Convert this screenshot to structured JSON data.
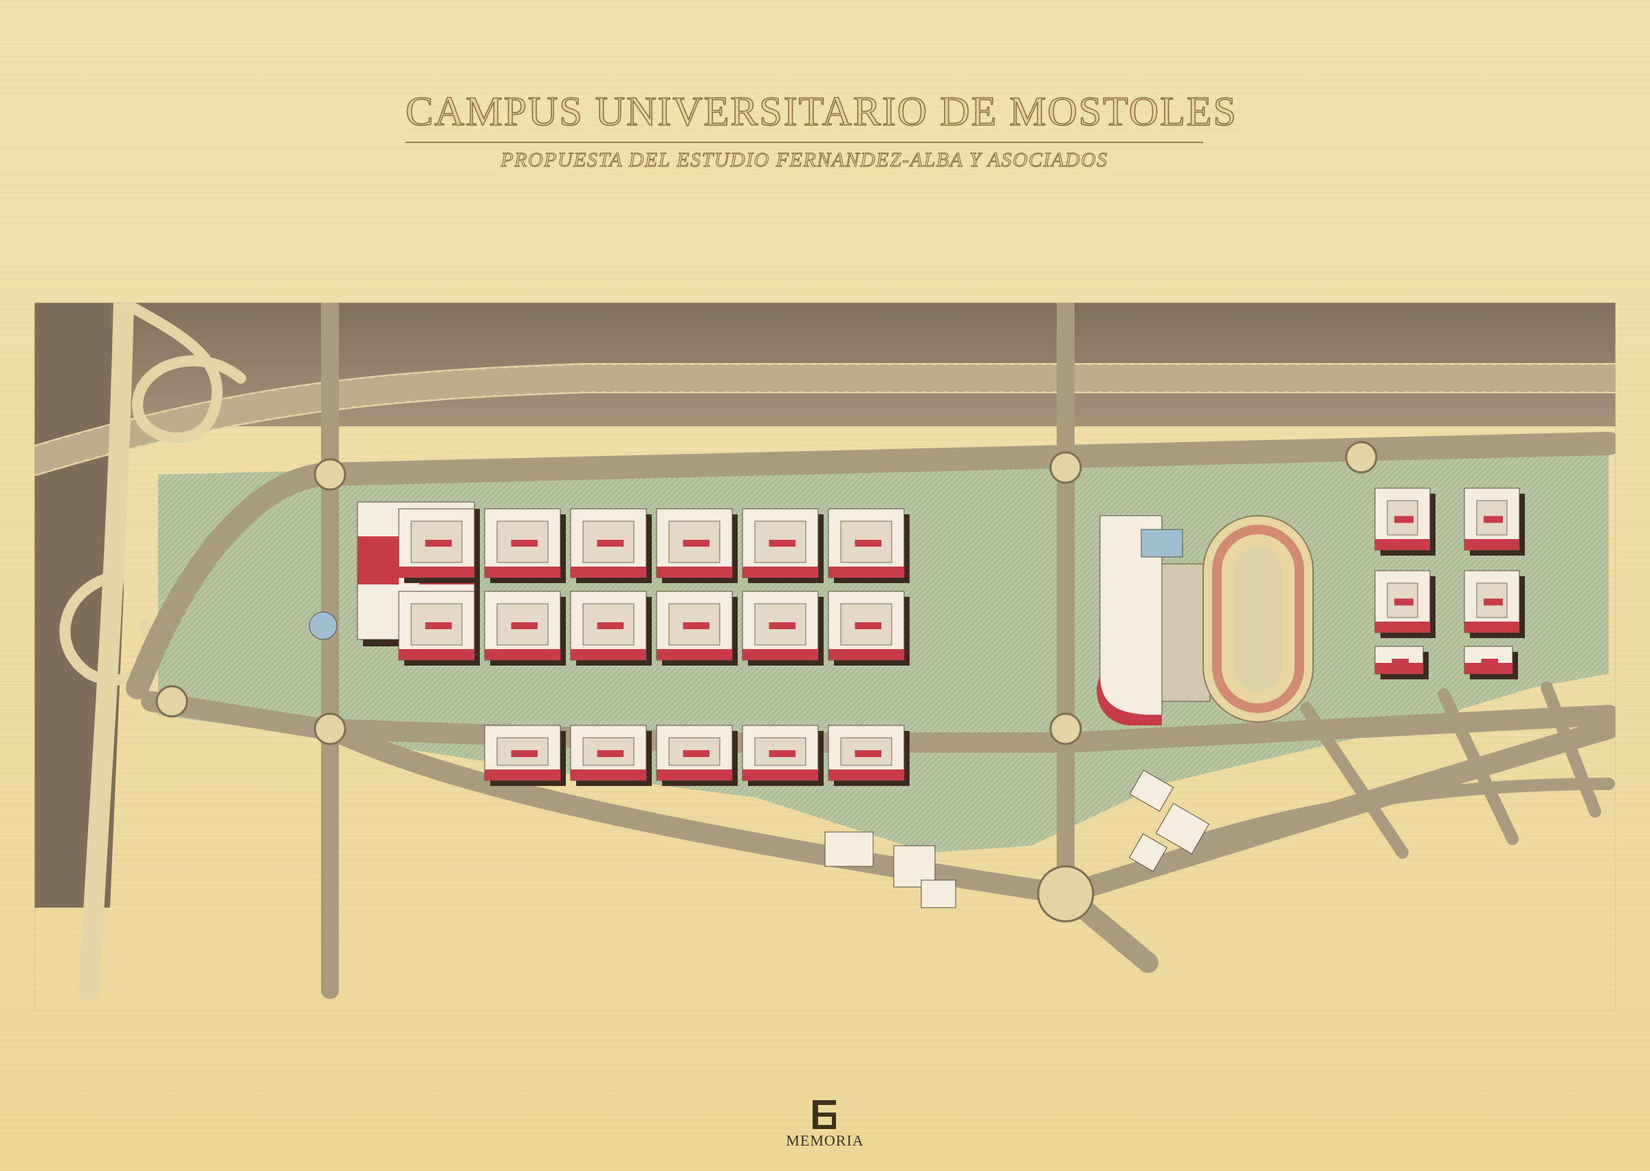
{
  "title": "CAMPUS UNIVERSITARIO DE MOSTOLES",
  "subtitle": "PROPUESTA DEL ESTUDIO FERNANDEZ-ALBA Y ASOCIADOS",
  "footer": {
    "logo_icon": "memoria-logo-icon",
    "label": "MEMORIA"
  },
  "colors": {
    "paper": "#efdfa9",
    "terrain": "#8a7a63",
    "road": "#a99b80",
    "road_edge": "#e9dcae",
    "green": "#b9c7a4",
    "building_white": "#f4ede0",
    "building_red": "#c83b48",
    "building_shadow": "#3a2a20",
    "track": "#d28a72"
  }
}
